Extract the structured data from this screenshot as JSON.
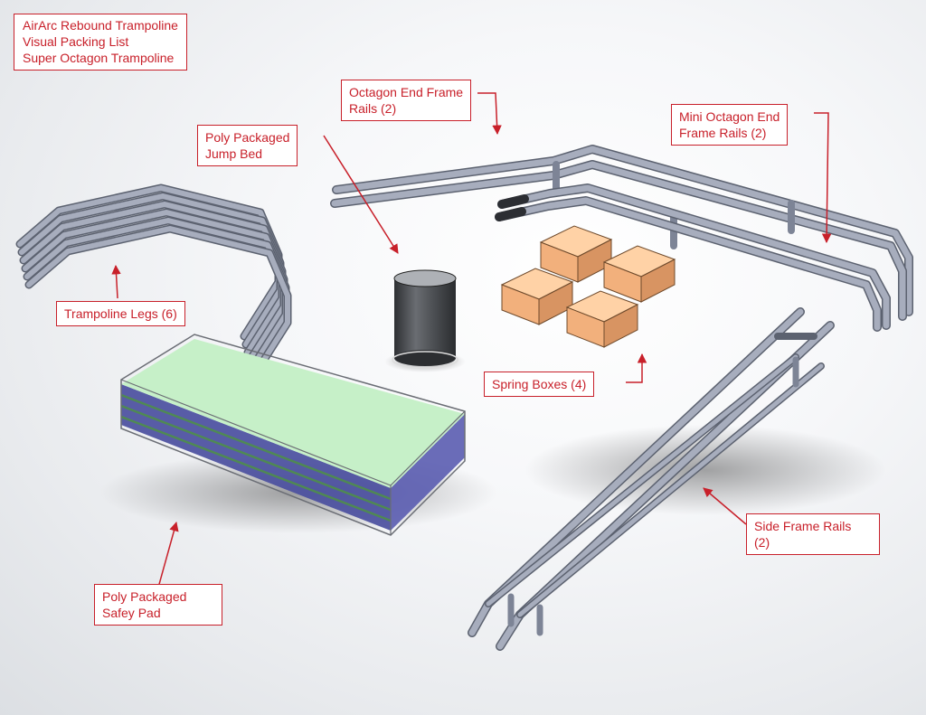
{
  "title_box": {
    "lines": [
      "AirArc Rebound Trampoline",
      "Visual Packing List",
      "Super Octagon Trampoline"
    ]
  },
  "callouts": {
    "octagon_end_frame_rails": [
      "Octagon End Frame",
      "Rails (2)"
    ],
    "mini_octagon_end_frame_rails": [
      "Mini Octagon End",
      "Frame Rails (2)"
    ],
    "poly_packaged_jump_bed": [
      "Poly Packaged",
      "Jump Bed"
    ],
    "trampoline_legs": [
      "Trampoline Legs (6)"
    ],
    "spring_boxes": [
      "Spring Boxes (4)"
    ],
    "side_frame_rails": [
      "Side Frame Rails",
      "(2)"
    ],
    "poly_packaged_safety_pad": [
      "Poly Packaged",
      "Safey Pad"
    ]
  },
  "colors": {
    "callout_red": "#c8202a",
    "tube_gray": "#8d94a8",
    "spring_box": "#f2b07c",
    "pad_green": "#c6f0c8",
    "pad_blue": "#4b4fa0",
    "jump_bed_dark": "#4a4c50"
  }
}
